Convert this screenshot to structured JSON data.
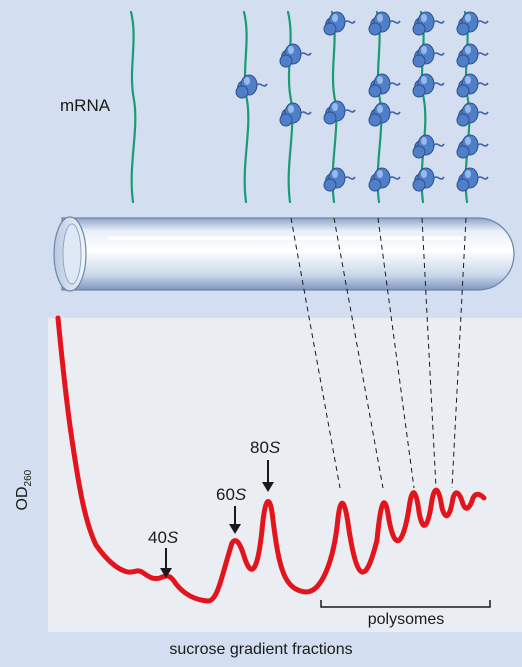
{
  "labels": {
    "mrna": "mRNA",
    "ylabel_main": "OD",
    "ylabel_sub": "260",
    "xlabel": "sucrose gradient fractions",
    "polysomes": "polysomes"
  },
  "peaks": [
    {
      "num": "40",
      "unit": "S"
    },
    {
      "num": "60",
      "unit": "S"
    },
    {
      "num": "80",
      "unit": "S"
    }
  ],
  "mrna_strands": [
    {
      "ribosomes": 0
    },
    {
      "ribosomes": 1
    },
    {
      "ribosomes": 2
    },
    {
      "ribosomes": 3
    },
    {
      "ribosomes": 4
    },
    {
      "ribosomes": 5
    },
    {
      "ribosomes": 6
    }
  ],
  "colors": {
    "background": "#d3dff0",
    "trace": "#e3141c",
    "mrna": "#1a9b73",
    "ribosome": "#4f7fc9",
    "peptide": "#3f61a6",
    "plot_panel": "#eaeef2"
  }
}
